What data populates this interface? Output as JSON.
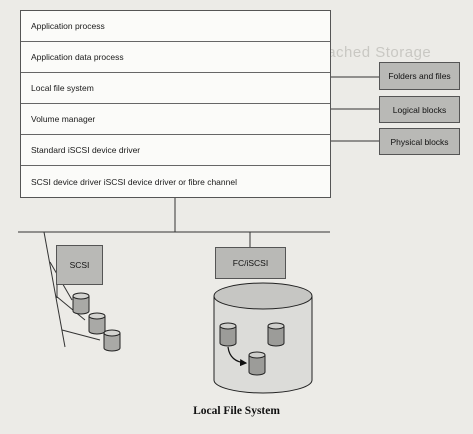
{
  "layers": [
    "Application process",
    "Application data process",
    "Local file system",
    "Volume manager",
    "Standard iSCSI device driver",
    "SCSI device driver iSCSI device driver or fibre channel"
  ],
  "side_boxes": [
    "Folders and files",
    "Logical blocks",
    "Physical blocks"
  ],
  "scsi_label": "SCSI",
  "fc_label": "FC/iSCSI",
  "caption": "Local File System"
}
